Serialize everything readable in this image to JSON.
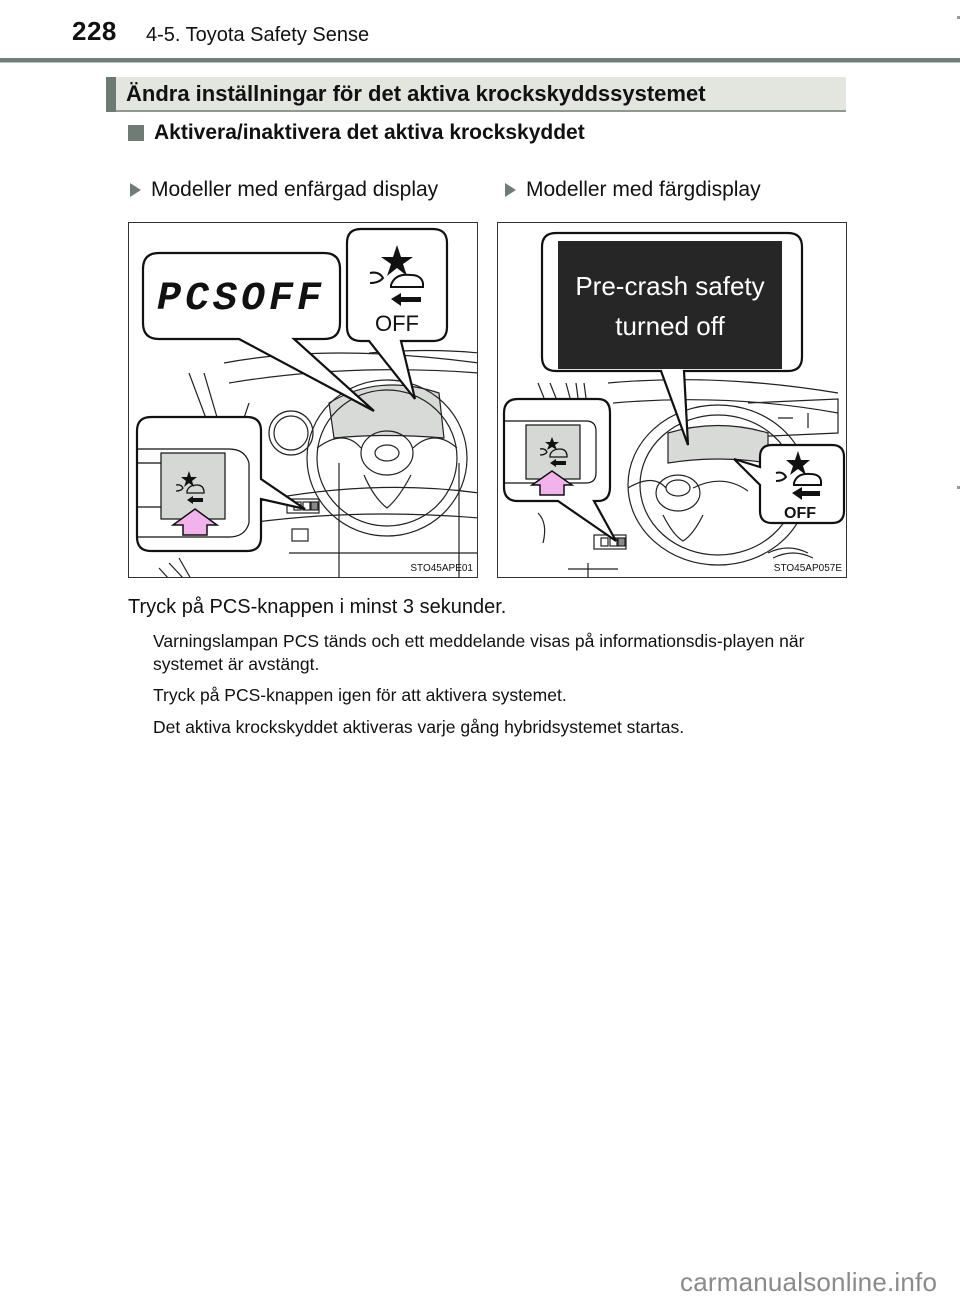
{
  "header": {
    "page_number": "228",
    "chapter": "4-5. Toyota Safety Sense"
  },
  "section": {
    "title": "Ändra inställningar för det aktiva krockskyddssystemet"
  },
  "subsection": {
    "title": "Aktivera/inaktivera det aktiva krockskyddet",
    "bullet_icon": "square-bullet-icon"
  },
  "models": [
    {
      "label": "Modeller med enfärgad display",
      "bullet_icon": "triangle-bullet-icon",
      "figure": {
        "display_text": "PCSOFF",
        "indicator_text": "OFF",
        "code": "STO45APE01"
      }
    },
    {
      "label": "Modeller med färgdisplay",
      "bullet_icon": "triangle-bullet-icon",
      "figure": {
        "display_line1": "Pre-crash safety",
        "display_line2": "turned off",
        "indicator_text": "OFF",
        "code": "STO45AP057E"
      }
    }
  ],
  "body": {
    "step": "Tryck på PCS-knappen i minst 3 sekunder.",
    "notes": [
      "Varningslampan PCS tänds och ett meddelande visas på informationsdis-playen när systemet är avstängt.",
      "Tryck på PCS-knappen igen för att aktivera systemet.",
      "Det aktiva krockskyddet aktiveras varje gång hybridsystemet startas."
    ]
  },
  "footer": {
    "watermark": "carmanualsonline.info"
  },
  "colors": {
    "accent_gray": "#6f7c76",
    "section_bg": "#e3e6df",
    "arrow_pink": "#f2b3ec",
    "display_dark": "#262626"
  }
}
